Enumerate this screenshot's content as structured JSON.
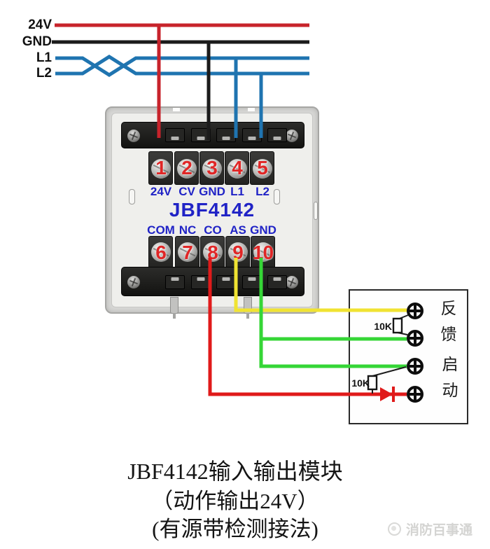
{
  "colors": {
    "wire_24v": "#c7232b",
    "wire_gnd": "#1b1b1b",
    "wire_loop": "#1f74b0",
    "wire_feedback_yellow": "#f0e332",
    "wire_green": "#35d636",
    "wire_start_red": "#e01a1a",
    "terminal_number_red": "#e02626",
    "port_label_blue": "#2023c6"
  },
  "bus_labels": [
    "24V",
    "GND",
    "L1",
    "L2"
  ],
  "module": {
    "model": "JBF4142",
    "top_row": [
      {
        "number": "1",
        "port": "24V"
      },
      {
        "number": "2",
        "port": "CV"
      },
      {
        "number": "3",
        "port": "GND"
      },
      {
        "number": "4",
        "port": "L1"
      },
      {
        "number": "5",
        "port": "L2"
      }
    ],
    "bottom_row": [
      {
        "number": "6",
        "port": "COM"
      },
      {
        "number": "7",
        "port": "NC"
      },
      {
        "number": "8",
        "port": "CO"
      },
      {
        "number": "9",
        "port": "AS"
      },
      {
        "number": "10",
        "port": "GND"
      }
    ]
  },
  "device_box": {
    "feedback_label": "反馈",
    "start_label": "启动",
    "resistor_labels": [
      "10K",
      "10K"
    ]
  },
  "captions": [
    "JBF4142输入输出模块",
    "（动作输出24V）",
    "(有源带检测接法)"
  ],
  "watermark": {
    "text": "消防百事通"
  }
}
